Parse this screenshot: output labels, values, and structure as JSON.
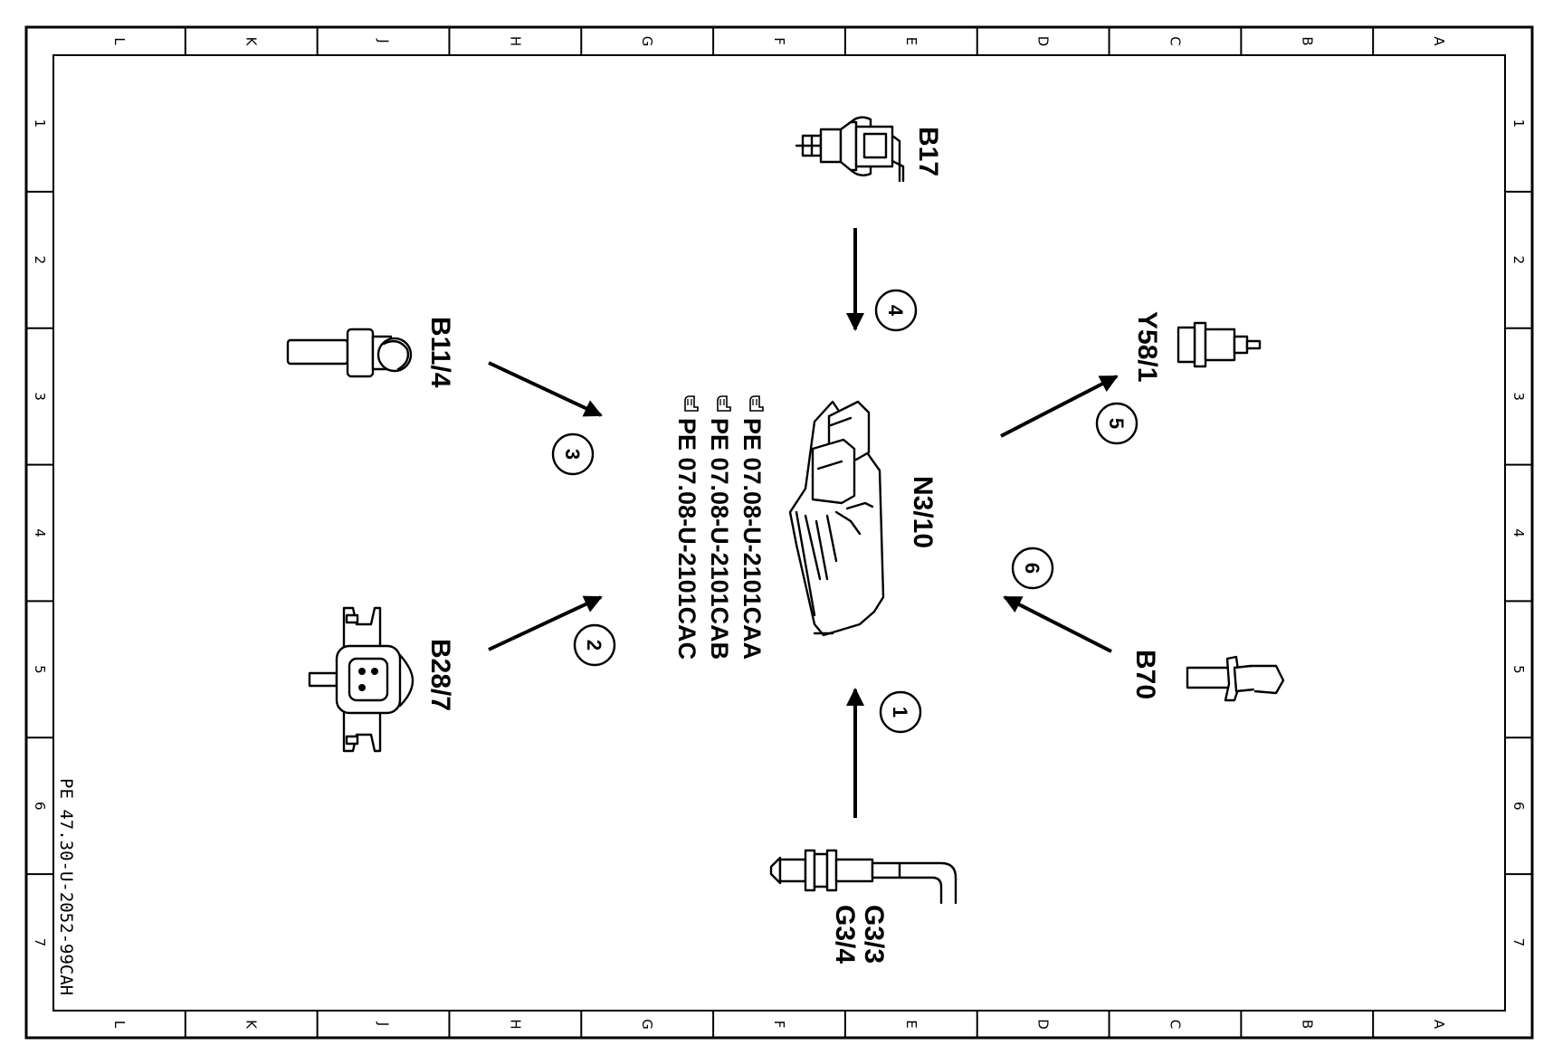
{
  "frame": {
    "columns": [
      "L",
      "K",
      "J",
      "H",
      "G",
      "F",
      "E",
      "D",
      "C",
      "B",
      "A"
    ],
    "rows": [
      "1",
      "2",
      "3",
      "4",
      "5",
      "6",
      "7"
    ]
  },
  "document_id": "PE 47.30-U-2052-99CAH",
  "components": {
    "b17": "B17",
    "b11_4": "B11/4",
    "b28_7": "B28/7",
    "n3_10": "N3/10",
    "y58_1": "Y58/1",
    "b70": "B70",
    "g3_3": "G3/3",
    "g3_4": "G3/4"
  },
  "references": [
    "PE 07.08-U-2101CAA",
    "PE 07.08-U-2101CAB",
    "PE 07.08-U-2101CAC"
  ],
  "signal_numbers": {
    "n1": "1",
    "n2": "2",
    "n3": "3",
    "n4": "4",
    "n5": "5",
    "n6": "6"
  }
}
